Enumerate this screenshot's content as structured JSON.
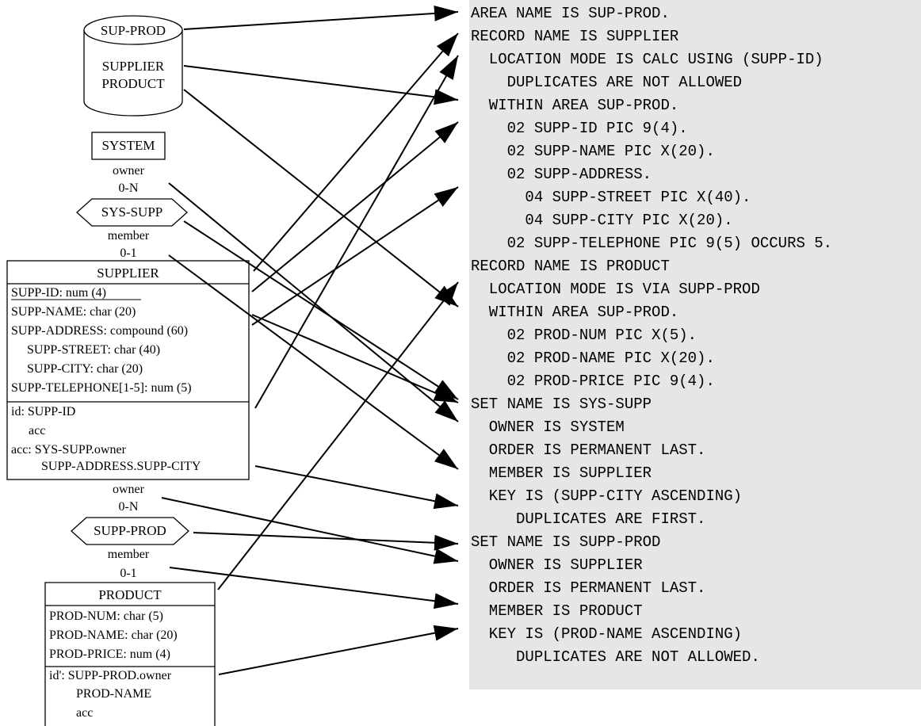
{
  "area": {
    "name": "SUP-PROD",
    "contents": [
      "SUPPLIER",
      "PRODUCT"
    ]
  },
  "system": {
    "name": "SYSTEM",
    "role": "owner",
    "card": "0-N"
  },
  "sys_supp": {
    "name": "SYS-SUPP",
    "role": "member",
    "card": "0-1"
  },
  "supplier": {
    "title": "SUPPLIER",
    "fields": [
      "SUPP-ID: num (4)",
      "SUPP-NAME: char (20)",
      "SUPP-ADDRESS: compound (60)",
      "SUPP-STREET: char (40)",
      "SUPP-CITY: char (20)",
      "SUPP-TELEPHONE[1-5]: num (5)"
    ],
    "constraints": [
      "id: SUPP-ID",
      "acc",
      "acc: SYS-SUPP.owner",
      "SUPP-ADDRESS.SUPP-CITY"
    ]
  },
  "supp_prod": {
    "owner_role": "owner",
    "owner_card": "0-N",
    "name": "SUPP-PROD",
    "member_role": "member",
    "member_card": "0-1"
  },
  "product": {
    "title": "PRODUCT",
    "fields": [
      "PROD-NUM: char (5)",
      "PROD-NAME: char (20)",
      "PROD-PRICE: num (4)"
    ],
    "constraints": [
      "id': SUPP-PROD.owner",
      "PROD-NAME",
      "acc"
    ]
  },
  "ddl": [
    "AREA NAME IS SUP-PROD.",
    "RECORD NAME IS SUPPLIER",
    "  LOCATION MODE IS CALC USING (SUPP-ID)",
    "    DUPLICATES ARE NOT ALLOWED",
    "  WITHIN AREA SUP-PROD.",
    "    02 SUPP-ID PIC 9(4).",
    "    02 SUPP-NAME PIC X(20).",
    "    02 SUPP-ADDRESS.",
    "      04 SUPP-STREET PIC X(40).",
    "      04 SUPP-CITY PIC X(20).",
    "    02 SUPP-TELEPHONE PIC 9(5) OCCURS 5.",
    "RECORD NAME IS PRODUCT",
    "  LOCATION MODE IS VIA SUPP-PROD",
    "  WITHIN AREA SUP-PROD.",
    "    02 PROD-NUM PIC X(5).",
    "    02 PROD-NAME PIC X(20).",
    "    02 PROD-PRICE PIC 9(4).",
    "SET NAME IS SYS-SUPP",
    "  OWNER IS SYSTEM",
    "  ORDER IS PERMANENT LAST.",
    "  MEMBER IS SUPPLIER",
    "  KEY IS (SUPP-CITY ASCENDING)",
    "     DUPLICATES ARE FIRST.",
    "SET NAME IS SUPP-PROD",
    "  OWNER IS SUPPLIER",
    "  ORDER IS PERMANENT LAST.",
    "  MEMBER IS PRODUCT",
    "  KEY IS (PROD-NAME ASCENDING)",
    "     DUPLICATES ARE NOT ALLOWED."
  ]
}
